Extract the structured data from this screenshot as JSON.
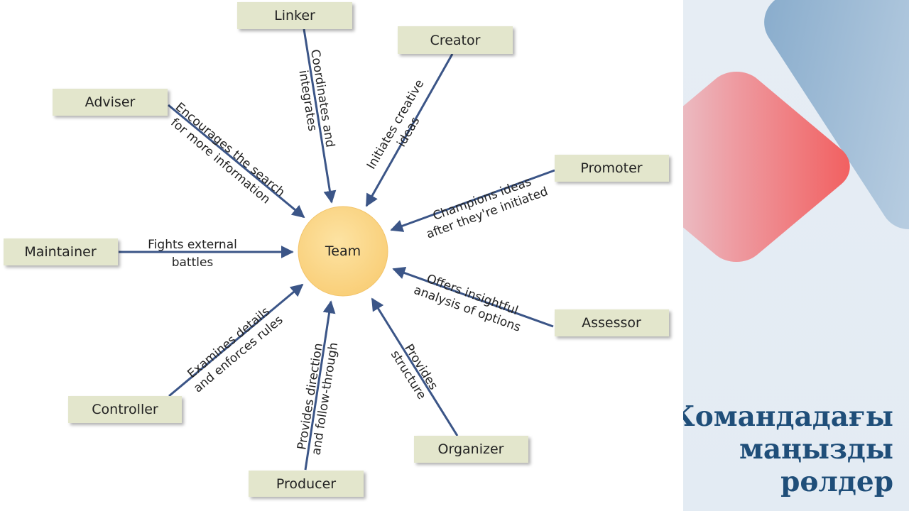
{
  "center": "Team",
  "roles": [
    {
      "name": "Linker",
      "desc": [
        "Coordinates and",
        "integrates"
      ]
    },
    {
      "name": "Creator",
      "desc": [
        "Initiates creative",
        "ideas"
      ]
    },
    {
      "name": "Adviser",
      "desc": [
        "Encourages the search",
        "for more information"
      ]
    },
    {
      "name": "Promoter",
      "desc": [
        "Champions ideas",
        "after they're initiated"
      ]
    },
    {
      "name": "Maintainer",
      "desc": [
        "Fights external",
        "battles"
      ]
    },
    {
      "name": "Assessor",
      "desc": [
        "Offers insightful",
        "analysis of options"
      ]
    },
    {
      "name": "Controller",
      "desc": [
        "Examines details",
        "and enforces rules"
      ]
    },
    {
      "name": "Organizer",
      "desc": [
        "Provides",
        "structure"
      ]
    },
    {
      "name": "Producer",
      "desc": [
        "Provides direction",
        "and follow-through"
      ]
    }
  ],
  "title": [
    "Командадағы",
    "маңызды",
    "рөлдер"
  ],
  "colors": {
    "arrow": "#3b5587",
    "box": "#e3e6cc",
    "team": "#fcd98a",
    "title": "#1f4e79"
  }
}
